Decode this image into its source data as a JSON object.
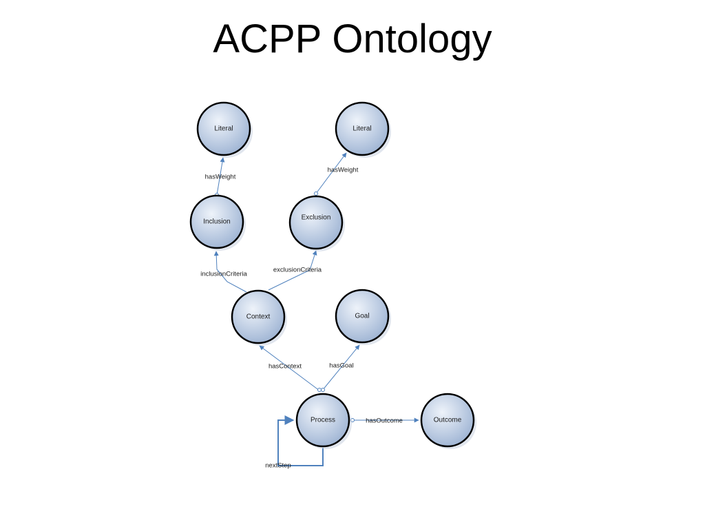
{
  "title": "ACPP Ontology",
  "colors": {
    "edge": "#4f81bd",
    "node_stroke": "#000000",
    "node_fill_light": "#e8eef7",
    "node_fill_dark": "#9fb4d4"
  },
  "nodes": {
    "literal_left": "Literal",
    "literal_right": "Literal",
    "inclusion": "Inclusion",
    "exclusion": "Exclusion",
    "context": "Context",
    "goal": "Goal",
    "process": "Process",
    "outcome": "Outcome"
  },
  "edges": {
    "has_weight_left": "hasWeight",
    "has_weight_right": "hasWeight",
    "inclusion_criteria": "inclusionCriteria",
    "exclusion_criteria": "exclusionCriteria",
    "has_context": "hasContext",
    "has_goal": "hasGoal",
    "has_outcome": "hasOutcome",
    "next_step": "nextStep"
  }
}
